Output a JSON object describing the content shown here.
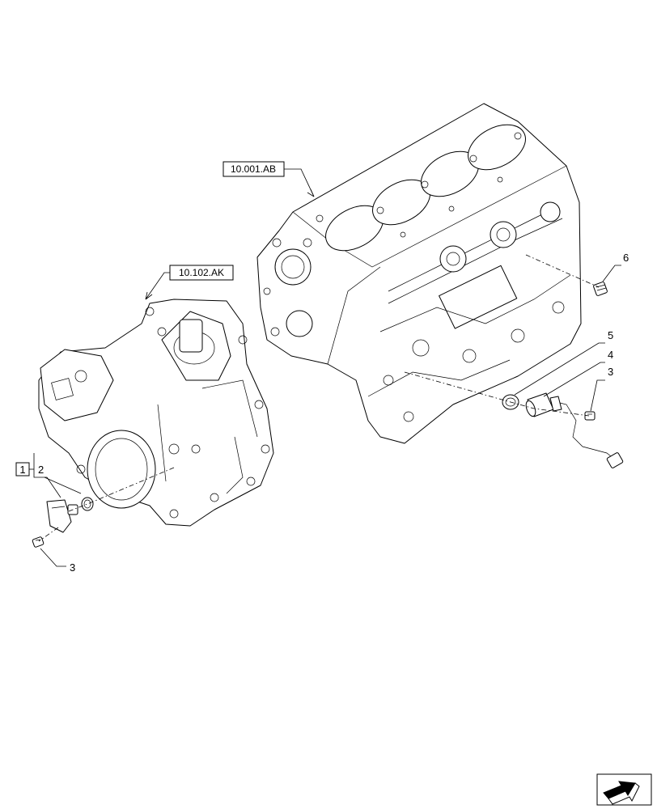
{
  "references": [
    {
      "id": "ref-block",
      "text": "10.001.AB"
    },
    {
      "id": "ref-cover",
      "text": "10.102.AK"
    }
  ],
  "callouts": [
    {
      "id": "c1",
      "text": "1"
    },
    {
      "id": "c2",
      "text": "2"
    },
    {
      "id": "c3a",
      "text": "3"
    },
    {
      "id": "c3b",
      "text": "3"
    },
    {
      "id": "c4",
      "text": "4"
    },
    {
      "id": "c5",
      "text": "5"
    },
    {
      "id": "c6",
      "text": "6"
    }
  ],
  "icons": {
    "navigation": "next-page-arrow-icon"
  }
}
